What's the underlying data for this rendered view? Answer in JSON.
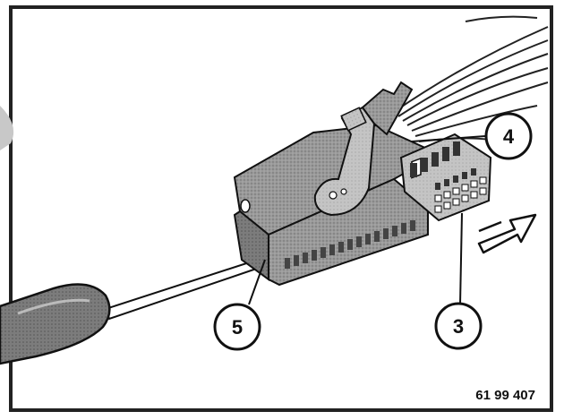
{
  "figure": {
    "reference_number": "61 99 407",
    "callouts": [
      {
        "id": "callout-4",
        "label": "4"
      },
      {
        "id": "callout-5",
        "label": "5"
      },
      {
        "id": "callout-3",
        "label": "3"
      }
    ],
    "colors": {
      "ink": "#111111",
      "connector_fill": "#8c8c8c",
      "connector_dark": "#6e6e6e",
      "screwdriver_handle": "#7a7a7a",
      "frame": "#222222"
    }
  }
}
